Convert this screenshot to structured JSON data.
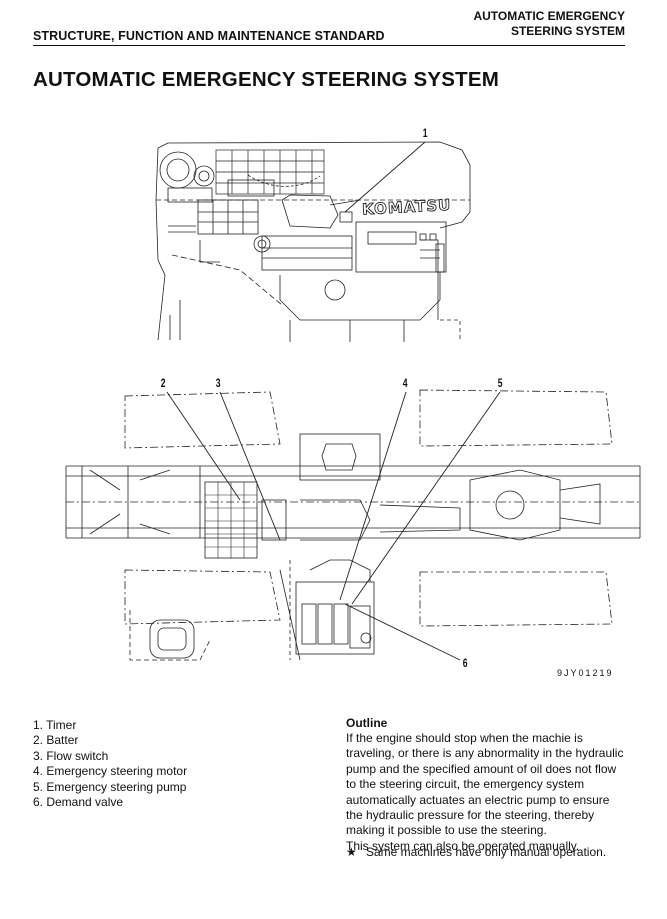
{
  "header": {
    "left": "STRUCTURE, FUNCTION AND MAINTENANCE STANDARD",
    "right_line1": "AUTOMATIC EMERGENCY",
    "right_line2": "STEERING SYSTEM"
  },
  "title": "AUTOMATIC EMERGENCY STEERING SYSTEM",
  "figure": {
    "brand": "KOMATSU",
    "callouts": [
      "1",
      "2",
      "3",
      "4",
      "5",
      "6"
    ],
    "code": "9JY01219"
  },
  "parts": [
    "1. Timer",
    "2. Batter",
    "3. Flow switch",
    "4. Emergency steering motor",
    "5. Emergency steering pump",
    "6. Demand valve"
  ],
  "outline": {
    "heading": "Outline",
    "paragraph1": "If the engine should stop when the machie is traveling, or there is any abnormality in the hydraulic pump and the specified amount of oil does not flow to the steering circuit, the emergency system automatically actuates an electric pump to ensure the hydraulic pressure for the steering, thereby making it possible to use the steering.",
    "paragraph2": "This system can also be operated manually.",
    "note": "Same machines have only manual operation."
  }
}
